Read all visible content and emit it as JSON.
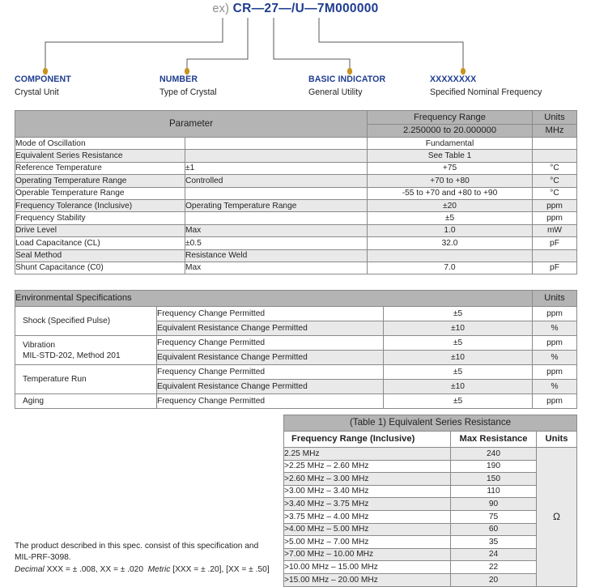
{
  "diagram": {
    "example_prefix": "ex)",
    "example_code": "CR—27—/U—7M000000",
    "callouts": [
      {
        "title": "COMPONENT",
        "subtitle": "Crystal Unit"
      },
      {
        "title": "NUMBER",
        "subtitle": "Type of Crystal"
      },
      {
        "title": "BASIC INDICATOR",
        "subtitle": "General Utility"
      },
      {
        "title": "XXXXXXXX",
        "subtitle": "Specified Nominal Frequency"
      }
    ]
  },
  "parameter_table": {
    "header": {
      "parameter": "Parameter",
      "frequency_range": "Frequency Range",
      "frequency_value": "2.250000 to 20.000000",
      "units": "Units",
      "units_value": "MHz"
    },
    "rows": [
      {
        "parameter": "Mode of Oscillation",
        "condition": "",
        "value": "Fundamental",
        "unit": ""
      },
      {
        "parameter": "Equivalent Series Resistance",
        "condition": "",
        "value": "See Table 1",
        "unit": ""
      },
      {
        "parameter": "Reference Temperature",
        "condition": "±1",
        "value": "+75",
        "unit": "°C"
      },
      {
        "parameter": "Operating Temperature Range",
        "condition": "Controlled",
        "value": "+70 to +80",
        "unit": "°C"
      },
      {
        "parameter": "Operable Temperature Range",
        "condition": "",
        "value": "-55 to +70 and +80 to +90",
        "unit": "°C"
      },
      {
        "parameter": "Frequency Tolerance (Inclusive)",
        "condition": "Operating Temperature Range",
        "value": "±20",
        "unit": "ppm"
      },
      {
        "parameter": "Frequency Stability",
        "condition": "",
        "value": "±5",
        "unit": "ppm"
      },
      {
        "parameter": "Drive Level",
        "condition": "Max",
        "value": "1.0",
        "unit": "mW"
      },
      {
        "parameter": "Load Capacitance (CL)",
        "condition": "±0.5",
        "value": "32.0",
        "unit": "pF"
      },
      {
        "parameter": "Seal Method",
        "condition": "Resistance Weld",
        "value": "",
        "unit": ""
      },
      {
        "parameter": "Shunt Capacitance (C0)",
        "condition": "Max",
        "value": "7.0",
        "unit": "pF"
      }
    ]
  },
  "environmental_table": {
    "header": {
      "title": "Environmental Specifications",
      "units": "Units"
    },
    "groups": [
      {
        "name": "Shock (Specified Pulse)",
        "rows": [
          {
            "item": "Frequency Change Permitted",
            "value": "±5",
            "unit": "ppm"
          },
          {
            "item": "Equivalent Resistance Change Permitted",
            "value": "±10",
            "unit": "%"
          }
        ]
      },
      {
        "name": "Vibration\nMIL-STD-202, Method 201",
        "rows": [
          {
            "item": "Frequency Change Permitted",
            "value": "±5",
            "unit": "ppm"
          },
          {
            "item": "Equivalent Resistance Change Permitted",
            "value": "±10",
            "unit": "%"
          }
        ]
      },
      {
        "name": "Temperature Run",
        "rows": [
          {
            "item": "Frequency Change Permitted",
            "value": "±5",
            "unit": "ppm"
          },
          {
            "item": "Equivalent Resistance Change Permitted",
            "value": "±10",
            "unit": "%"
          }
        ]
      },
      {
        "name": "Aging",
        "rows": [
          {
            "item": "Frequency Change Permitted",
            "value": "±5",
            "unit": "ppm"
          }
        ]
      }
    ]
  },
  "esr_table": {
    "title": "(Table 1) Equivalent Series Resistance",
    "columns": {
      "frequency": "Frequency Range (Inclusive)",
      "resistance": "Max Resistance",
      "units": "Units"
    },
    "unit_symbol": "Ω",
    "rows": [
      {
        "frequency": "2.25 MHz",
        "resistance": "240"
      },
      {
        "frequency": ">2.25 MHz – 2.60 MHz",
        "resistance": "190"
      },
      {
        "frequency": ">2.60 MHz – 3.00 MHz",
        "resistance": "150"
      },
      {
        "frequency": ">3.00 MHz – 3.40 MHz",
        "resistance": "110"
      },
      {
        "frequency": ">3.40 MHz – 3.75 MHz",
        "resistance": "90"
      },
      {
        "frequency": ">3.75 MHz – 4.00 MHz",
        "resistance": "75"
      },
      {
        "frequency": ">4.00 MHz – 5.00 MHz",
        "resistance": "60"
      },
      {
        "frequency": ">5.00 MHz – 7.00 MHz",
        "resistance": "35"
      },
      {
        "frequency": ">7.00 MHz – 10.00 MHz",
        "resistance": "24"
      },
      {
        "frequency": ">10.00 MHz – 15.00 MHz",
        "resistance": "22"
      },
      {
        "frequency": ">15.00 MHz – 20.00 MHz",
        "resistance": "20"
      }
    ]
  },
  "footnote": {
    "line1": "The product described in this spec. consist of this specification and",
    "line2": "MIL-PRF-3098.",
    "decimal_label": "Decimal",
    "decimal_value": "XXX = ± .008, XX = ± .020",
    "metric_label": "Metric",
    "metric_value": "[XXX = ± .20], [XX = ± .50]"
  },
  "colors": {
    "accent_blue": "#1f3d8f",
    "dot_gold": "#c8941e",
    "header_gray": "#b4b4b4",
    "row_shade": "#e9e9e9",
    "border": "#8a8a8a"
  }
}
